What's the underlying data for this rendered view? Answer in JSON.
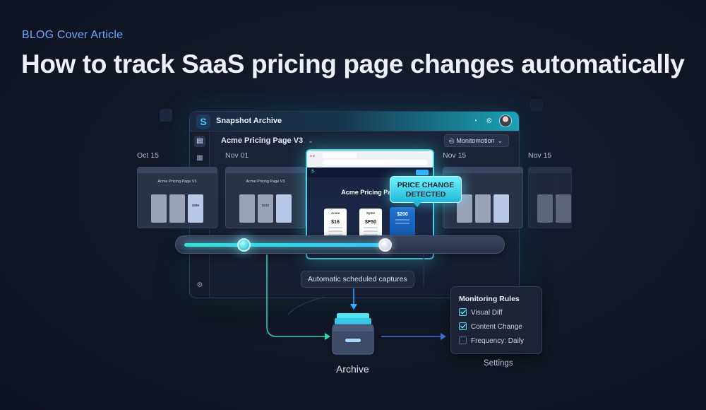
{
  "eyebrow": "BLOG Cover Article",
  "headline": "How to track SaaS pricing page changes automatically",
  "window": {
    "title": "Snapshot Archive",
    "logo_glyph": "S",
    "page_selector": "Acme Pricing Page V3",
    "monitoring_selector": "Monitomotion"
  },
  "timeline": {
    "dates": [
      "Oct 15",
      "Nov 01",
      "Nov 15",
      "Nov 15"
    ],
    "thumbnails": [
      {
        "title": "Acme Pricing Page V3",
        "prices": [
          "",
          "",
          "$296"
        ]
      },
      {
        "title": "Acme Pricing Page V3",
        "prices": [
          "",
          "$210",
          ""
        ]
      },
      {
        "title": "",
        "prices": [
          "",
          "",
          ""
        ]
      },
      {
        "title": "",
        "prices": [
          "",
          "",
          ""
        ]
      }
    ]
  },
  "featured_page": {
    "title": "Acme Pricing Page",
    "plans": [
      {
        "name": "Acme",
        "price": "$16"
      },
      {
        "name": "Syme",
        "price": "$F50"
      },
      {
        "name": "",
        "price": "$200"
      }
    ]
  },
  "callout": "PRICE CHANGE DETECTED",
  "slider": {
    "position": 0.19,
    "secondary_position": 0.64
  },
  "captures_label": "Automatic scheduled captures",
  "archive_label": "Archive",
  "monitoring_rules": {
    "title": "Monitoring Rules",
    "rules": [
      {
        "label": "Visual Diff",
        "checked": true
      },
      {
        "label": "Content Change",
        "checked": true
      },
      {
        "label": "Frequency: Daily",
        "checked": false
      }
    ]
  },
  "settings_label": "Settings",
  "colors": {
    "accent": "#3fd6e8",
    "eyebrow": "#6aa8ff",
    "background": "#121826"
  }
}
